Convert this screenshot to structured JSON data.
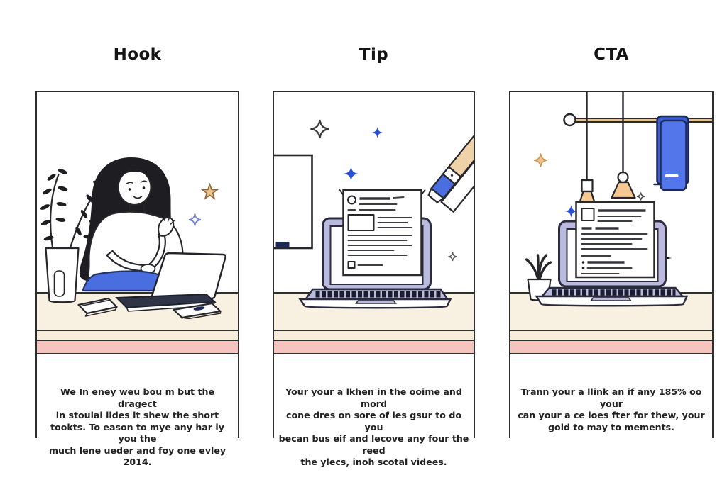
{
  "panels": [
    {
      "id": "hook",
      "title": "Hook",
      "illustration": "woman-at-desk-with-laptop",
      "caption_lines": [
        "We In eney weu bou m but the dragect",
        "in stoulal lides it shew the short",
        "tookts. To eason to mye any har iy you the",
        "much lene ueder and foy one evley 2014."
      ]
    },
    {
      "id": "tip",
      "title": "Tip",
      "illustration": "laptop-with-document-page",
      "caption_lines": [
        "Your your a lkhen in the ooime and mord",
        "cone dres on sore of les gsur to do you",
        "becan bus eif and lecove any four the reed",
        "the ylecs, inoh scotal videes."
      ]
    },
    {
      "id": "cta",
      "title": "CTA",
      "illustration": "laptop-with-pendant-lamps-and-towel",
      "caption_lines": [
        "Trann your a llink an if any 185% oo your",
        "can your a ce ioes fter for thew, your",
        "gold to may to mements."
      ]
    }
  ],
  "colors": {
    "background": "#ffffff",
    "ink": "#26262b",
    "text": "#222222",
    "accent_blue": "#4a6de0",
    "sparkle_blue": "#2b50d8",
    "navy": "#1e2a55",
    "lavender": "#b9badd",
    "lavender_dark": "#2b2b3d",
    "desk_cream": "#f8f1e2",
    "stripe_cream": "#f7ecd7",
    "stripe_pink": "#f5c4be",
    "peach": "#f5c793",
    "star_gold": "#f0c48e",
    "pencil_tan": "#f0d2a9",
    "towel_back": "#3b5ed6",
    "towel_front": "#5377ea"
  }
}
